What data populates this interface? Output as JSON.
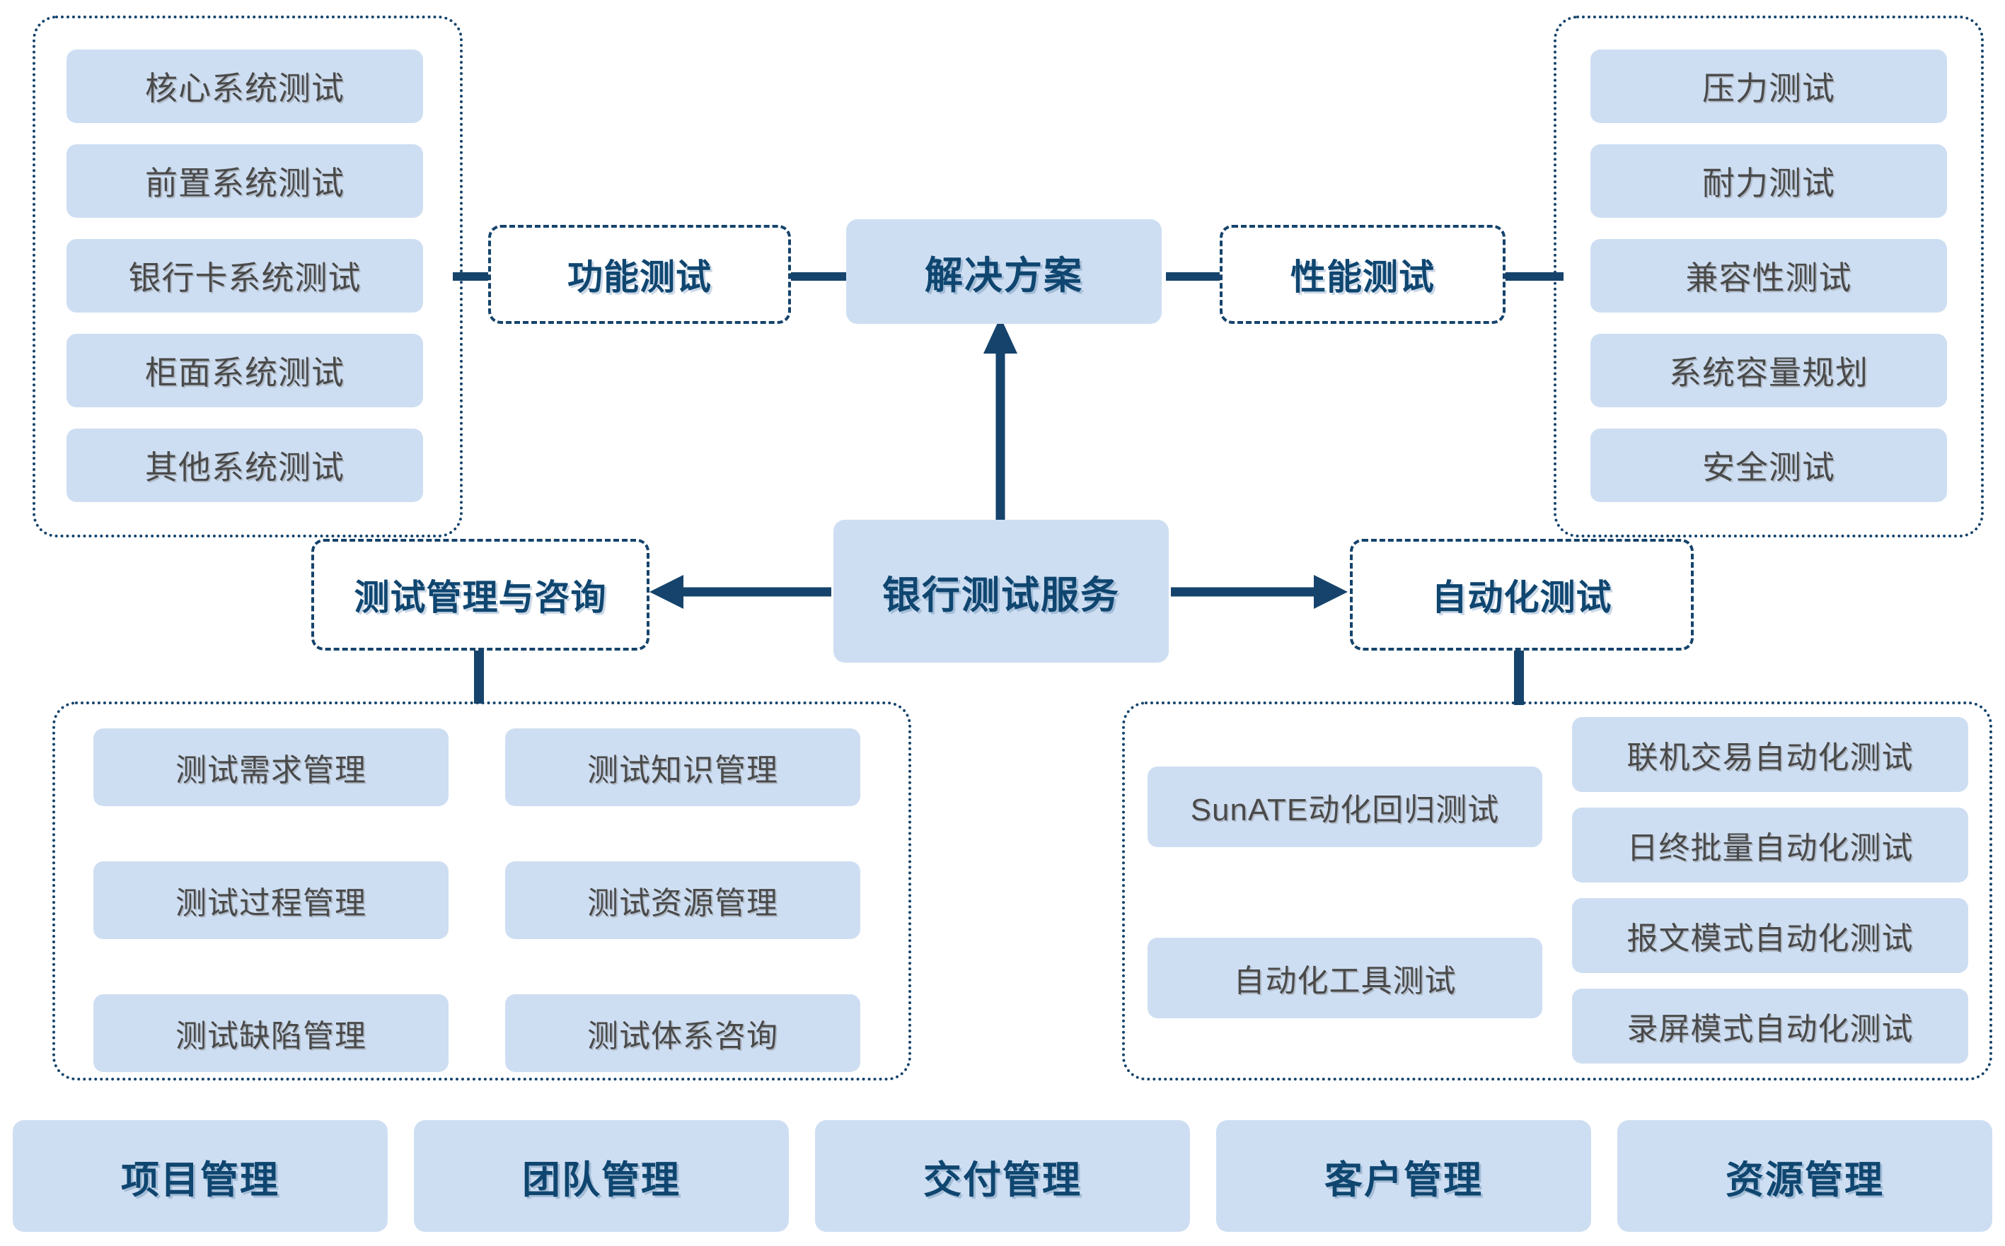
{
  "diagram": {
    "title": "银行测试服务解决方案",
    "colors": {
      "chip_fill": "#cedef2",
      "navy": "#15436b",
      "navy_text": "#0f4670",
      "chip_text": "#4a4a4a",
      "background": "#ffffff"
    }
  },
  "center": {
    "solution_node": "解决方案",
    "root_node": "银行测试服务"
  },
  "branches": {
    "functional": {
      "label": "功能测试",
      "items": [
        "核心系统测试",
        "前置系统测试",
        "银行卡系统测试",
        "柜面系统测试",
        "其他系统测试"
      ]
    },
    "performance": {
      "label": "性能测试",
      "items": [
        "压力测试",
        "耐力测试",
        "兼容性测试",
        "系统容量规划",
        "安全测试"
      ]
    },
    "management": {
      "label": "测试管理与咨询",
      "items_left": [
        "测试需求管理",
        "测试过程管理",
        "测试缺陷管理"
      ],
      "items_right": [
        "测试知识管理",
        "测试资源管理",
        "测试体系咨询"
      ]
    },
    "automation": {
      "label": "自动化测试",
      "items_left": [
        "SunATE动化回归测试",
        "自动化工具测试"
      ],
      "items_right": [
        "联机交易自动化测试",
        "日终批量自动化测试",
        "报文模式自动化测试",
        "录屏模式自动化测试"
      ]
    }
  },
  "footer": {
    "items": [
      "项目管理",
      "团队管理",
      "交付管理",
      "客户管理",
      "资源管理"
    ]
  }
}
